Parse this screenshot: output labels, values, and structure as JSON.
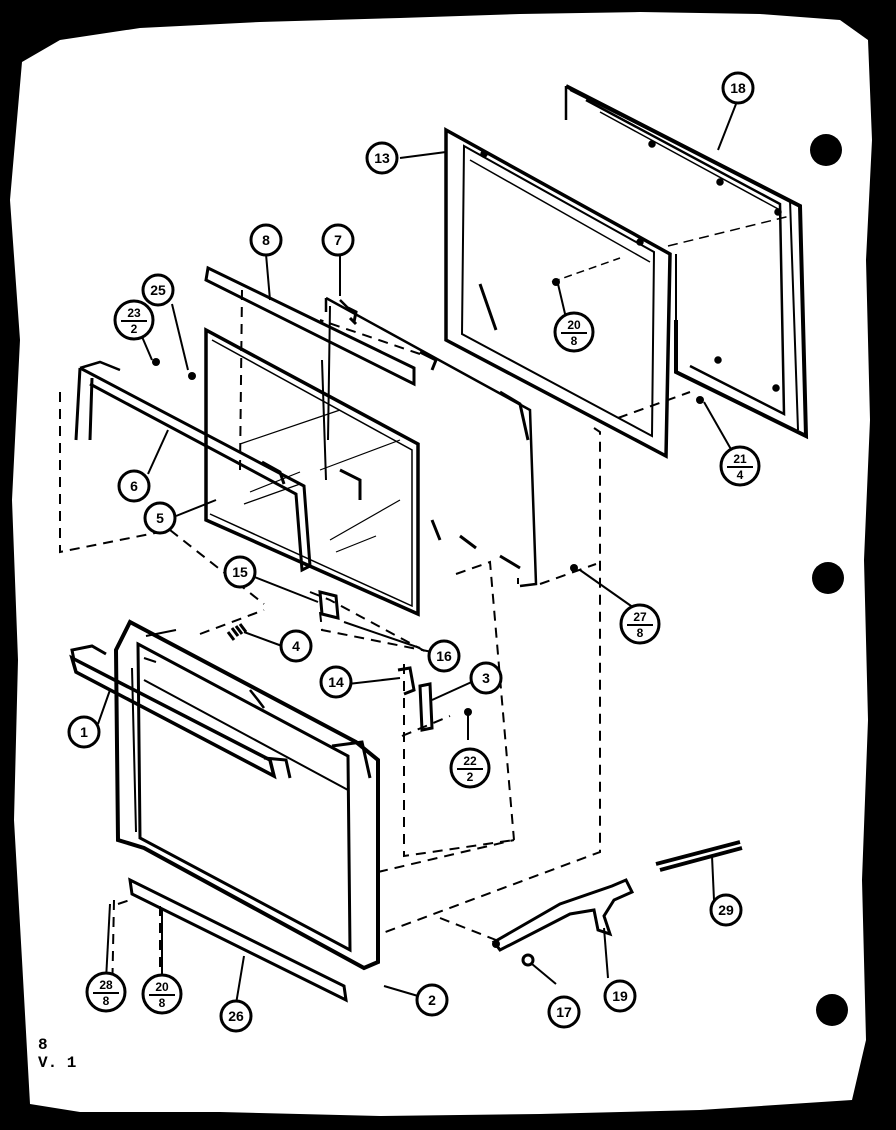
{
  "diagram": {
    "colors": {
      "ink": "#000000",
      "paper": "#ffffff",
      "border": "#000000"
    },
    "callouts": [
      {
        "id": "c18",
        "label": "18"
      },
      {
        "id": "c13",
        "label": "13"
      },
      {
        "id": "c8",
        "label": "8"
      },
      {
        "id": "c7",
        "label": "7"
      },
      {
        "id": "c25",
        "label": "25"
      },
      {
        "id": "c23",
        "num": "23",
        "den": "2"
      },
      {
        "id": "c20",
        "num": "20",
        "den": "8"
      },
      {
        "id": "c21",
        "num": "21",
        "den": "4"
      },
      {
        "id": "c6",
        "label": "6"
      },
      {
        "id": "c5",
        "label": "5"
      },
      {
        "id": "c15",
        "label": "15"
      },
      {
        "id": "c27",
        "num": "27",
        "den": "8"
      },
      {
        "id": "c4",
        "label": "4"
      },
      {
        "id": "c16",
        "label": "16"
      },
      {
        "id": "c14",
        "label": "14"
      },
      {
        "id": "c3",
        "label": "3"
      },
      {
        "id": "c1",
        "label": "1"
      },
      {
        "id": "c22",
        "num": "22",
        "den": "2"
      },
      {
        "id": "c29",
        "label": "29"
      },
      {
        "id": "c19",
        "label": "19"
      },
      {
        "id": "c17",
        "label": "17"
      },
      {
        "id": "c2",
        "label": "2"
      },
      {
        "id": "c26",
        "label": "26"
      },
      {
        "id": "c28",
        "num": "28",
        "den": "8"
      },
      {
        "id": "c20b",
        "num": "20",
        "den": "8"
      }
    ],
    "corner_text": "8\nV. 1"
  }
}
